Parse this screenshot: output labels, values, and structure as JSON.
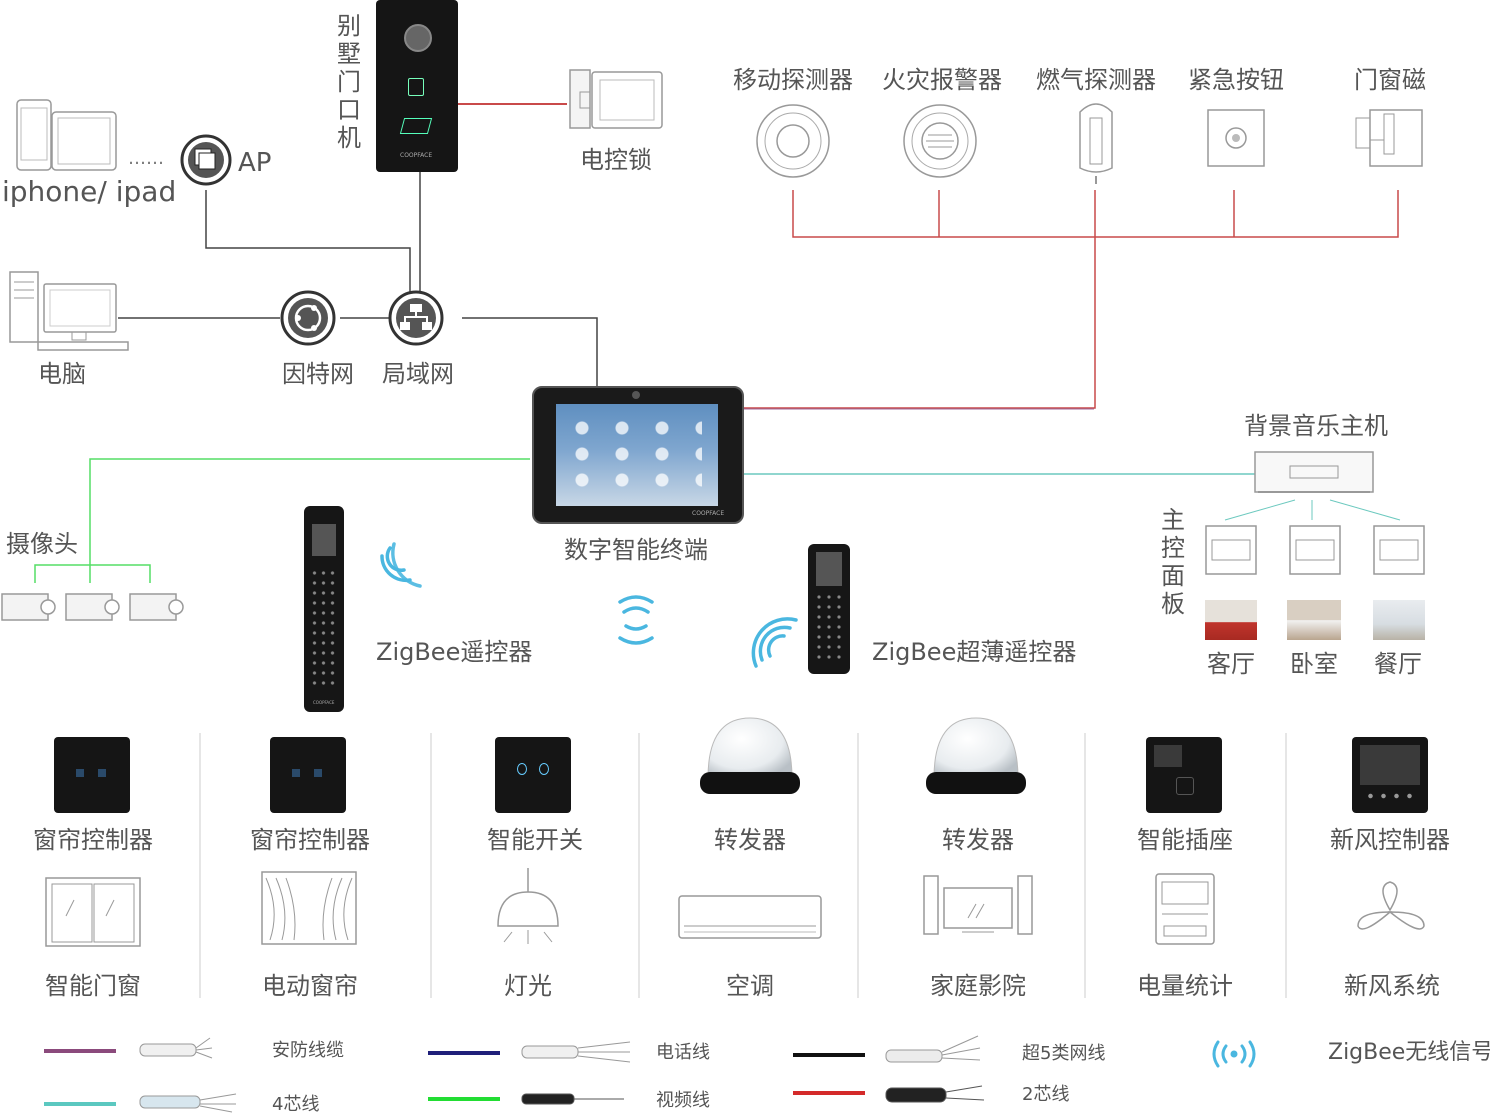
{
  "labels": {
    "villa_door_unit": "别墅门口机",
    "electric_lock": "电控锁",
    "iphone_ipad": "iphone/ ipad",
    "ap": "AP",
    "ap_dots": "……",
    "computer": "电脑",
    "internet": "因特网",
    "lan": "局域网",
    "motion_detector": "移动探测器",
    "fire_alarm": "火灾报警器",
    "gas_detector": "燃气探测器",
    "emergency_button": "紧急按钮",
    "door_window_magnet": "门窗磁",
    "digital_terminal": "数字智能终端",
    "camera": "摄像头",
    "zigbee_remote": "ZigBee遥控器",
    "zigbee_slim_remote": "ZigBee超薄遥控器",
    "bg_music_host": "背景音乐主机",
    "main_panel": "主控面板",
    "living_room": "客厅",
    "bedroom": "卧室",
    "dining_room": "餐厅"
  },
  "devices": [
    {
      "top": "窗帘控制器",
      "bottom": "智能门窗"
    },
    {
      "top": "窗帘控制器",
      "bottom": "电动窗帘"
    },
    {
      "top": "智能开关",
      "bottom": "灯光"
    },
    {
      "top": "转发器",
      "bottom": "空调"
    },
    {
      "top": "转发器",
      "bottom": "家庭影院"
    },
    {
      "top": "智能插座",
      "bottom": "电量统计"
    },
    {
      "top": "新风控制器",
      "bottom": "新风系统"
    }
  ],
  "legend": [
    {
      "label": "安防线缆",
      "color": "#8b4a7c"
    },
    {
      "label": "4芯线",
      "color": "#5bc8c0"
    },
    {
      "label": "电话线",
      "color": "#1f1f7a"
    },
    {
      "label": "视频线",
      "color": "#22dd33"
    },
    {
      "label": "超5类网线",
      "color": "#111111"
    },
    {
      "label": "2芯线",
      "color": "#d42a2a"
    },
    {
      "label": "ZigBee无线信号",
      "color": "#4ab7e0"
    }
  ],
  "brand": "COOPFACE",
  "colors": {
    "security": "#c94a4a",
    "network": "#333333",
    "video": "#55dd66",
    "teal": "#6cc9bf",
    "zigbee": "#4ab7e0",
    "purple": "#a06a9a"
  }
}
